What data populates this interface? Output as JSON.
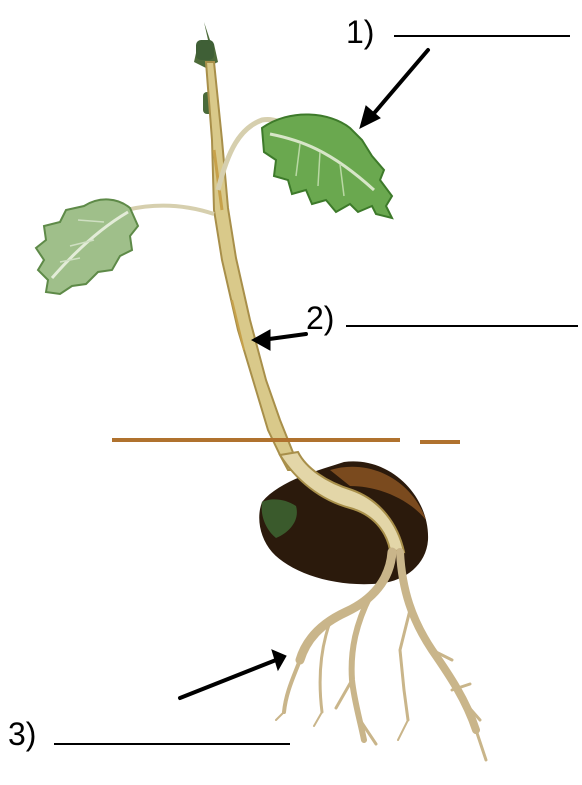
{
  "labels": [
    {
      "id": "label-1",
      "number_text": "1)",
      "points_to": "leaf",
      "answer": ""
    },
    {
      "id": "label-2",
      "number_text": "2)",
      "points_to": "stem",
      "answer": ""
    },
    {
      "id": "label-3",
      "number_text": "3)",
      "points_to": "roots",
      "answer": ""
    }
  ],
  "colors": {
    "background": "#ffffff",
    "leaf": "#6aa84f",
    "leaf_shadow": "#3d7a2a",
    "leaf_light": "#b9d8a4",
    "stem": "#d9c98a",
    "stem_shadow": "#a88f4a",
    "seed": "#2b1a0c",
    "seed_coat": "#7a4a1e",
    "soil_line": "#b0722e",
    "root": "#c9b58a",
    "ink": "#000000"
  }
}
